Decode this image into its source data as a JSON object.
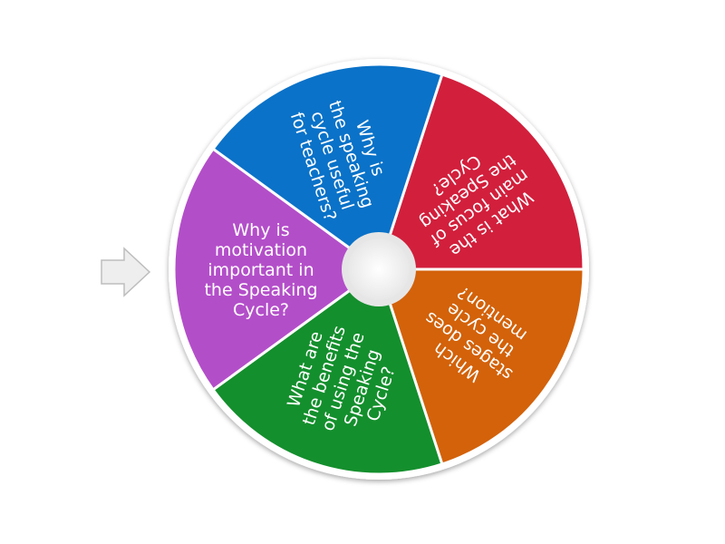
{
  "wheel": {
    "segments": [
      {
        "lines": [
          "What is the",
          "main focus of",
          "the Speaking",
          "Cycle?"
        ],
        "color": "#d21f3c"
      },
      {
        "lines": [
          "Which",
          "stages does",
          "the cycle",
          "mention?"
        ],
        "color": "#d3620a"
      },
      {
        "lines": [
          "What are",
          "the benefits",
          "of using the",
          "Speaking",
          "Cycle?"
        ],
        "color": "#148f2d"
      },
      {
        "lines": [
          "Why is",
          "motivation",
          "important in",
          "the Speaking",
          "Cycle?"
        ],
        "color": "#b34ec9"
      },
      {
        "lines": [
          "Why is",
          "the speaking",
          "cycle useful",
          "for teachers?"
        ],
        "color": "#0a72c8"
      }
    ]
  },
  "pointer": {
    "icon": "arrow-right-icon"
  }
}
